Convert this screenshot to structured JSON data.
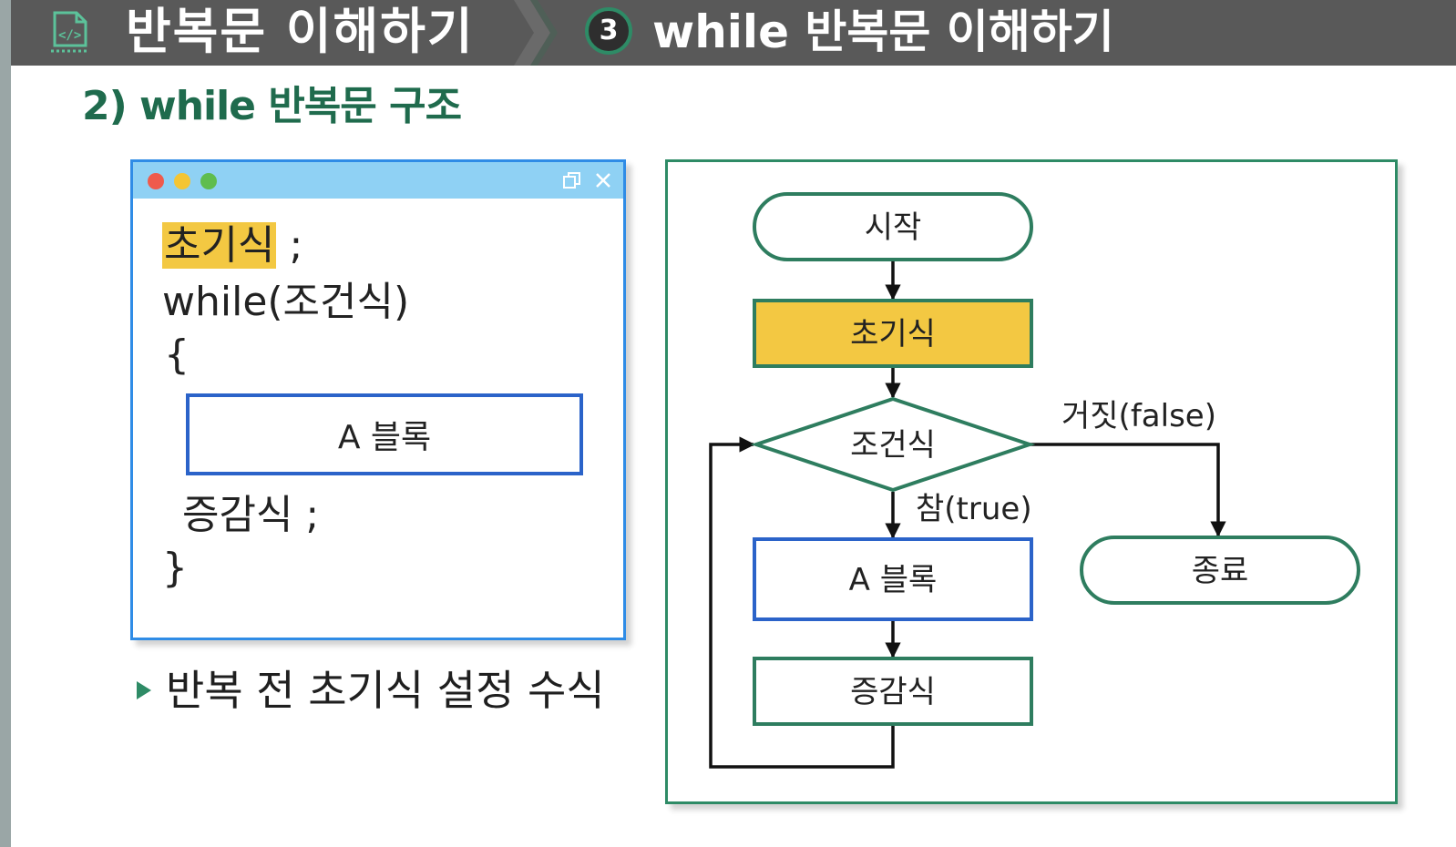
{
  "header": {
    "title": "반복문 이해하기",
    "step_number": "3",
    "subtitle": "while 반복문 이해하기"
  },
  "section_title": "2) while 반복문 구조",
  "code_window": {
    "init_expr": "초기식",
    "init_semicolon": ";",
    "while_line": "while(조건식)",
    "open_brace": "{",
    "block_label": "A 블록",
    "update_line": "증감식 ;",
    "close_brace": "}"
  },
  "note": "반복 전 초기식 설정 수식",
  "flowchart": {
    "start": "시작",
    "init": "초기식",
    "condition": "조건식",
    "false_label": "거짓(false)",
    "true_label": "참(true)",
    "block": "A 블록",
    "update": "증감식",
    "end": "종료"
  },
  "colors": {
    "header_bg": "#595959",
    "accent_green": "#2e8b66",
    "title_green": "#1f6b4d",
    "highlight_yellow": "#f3c842",
    "block_blue": "#2b63c9",
    "window_blue": "#2f8ce6"
  },
  "icons": {
    "header_icon": "code-file-icon",
    "restore": "window-restore-icon",
    "close": "close-icon"
  }
}
